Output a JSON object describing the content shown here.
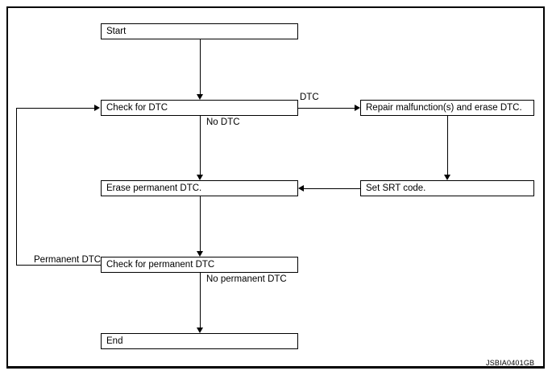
{
  "figure": {
    "code": "JSBIA0401GB",
    "type": "flowchart",
    "title": "",
    "accent_color": "#000000",
    "background_color": "#ffffff"
  },
  "nodes": [
    {
      "id": "start",
      "label": "Start"
    },
    {
      "id": "check_dtc",
      "label": "Check for DTC"
    },
    {
      "id": "repair",
      "label": "Repair malfunction(s) and erase DTC."
    },
    {
      "id": "erase_perm",
      "label": "Erase permanent DTC."
    },
    {
      "id": "set_srt",
      "label": "Set SRT code."
    },
    {
      "id": "check_perm",
      "label": "Check for permanent DTC"
    },
    {
      "id": "end",
      "label": "End"
    }
  ],
  "edge_labels": {
    "dtc": "DTC",
    "no_dtc": "No DTC",
    "permanent_dtc": "Permanent DTC",
    "no_permanent_dtc": "No permanent DTC"
  }
}
